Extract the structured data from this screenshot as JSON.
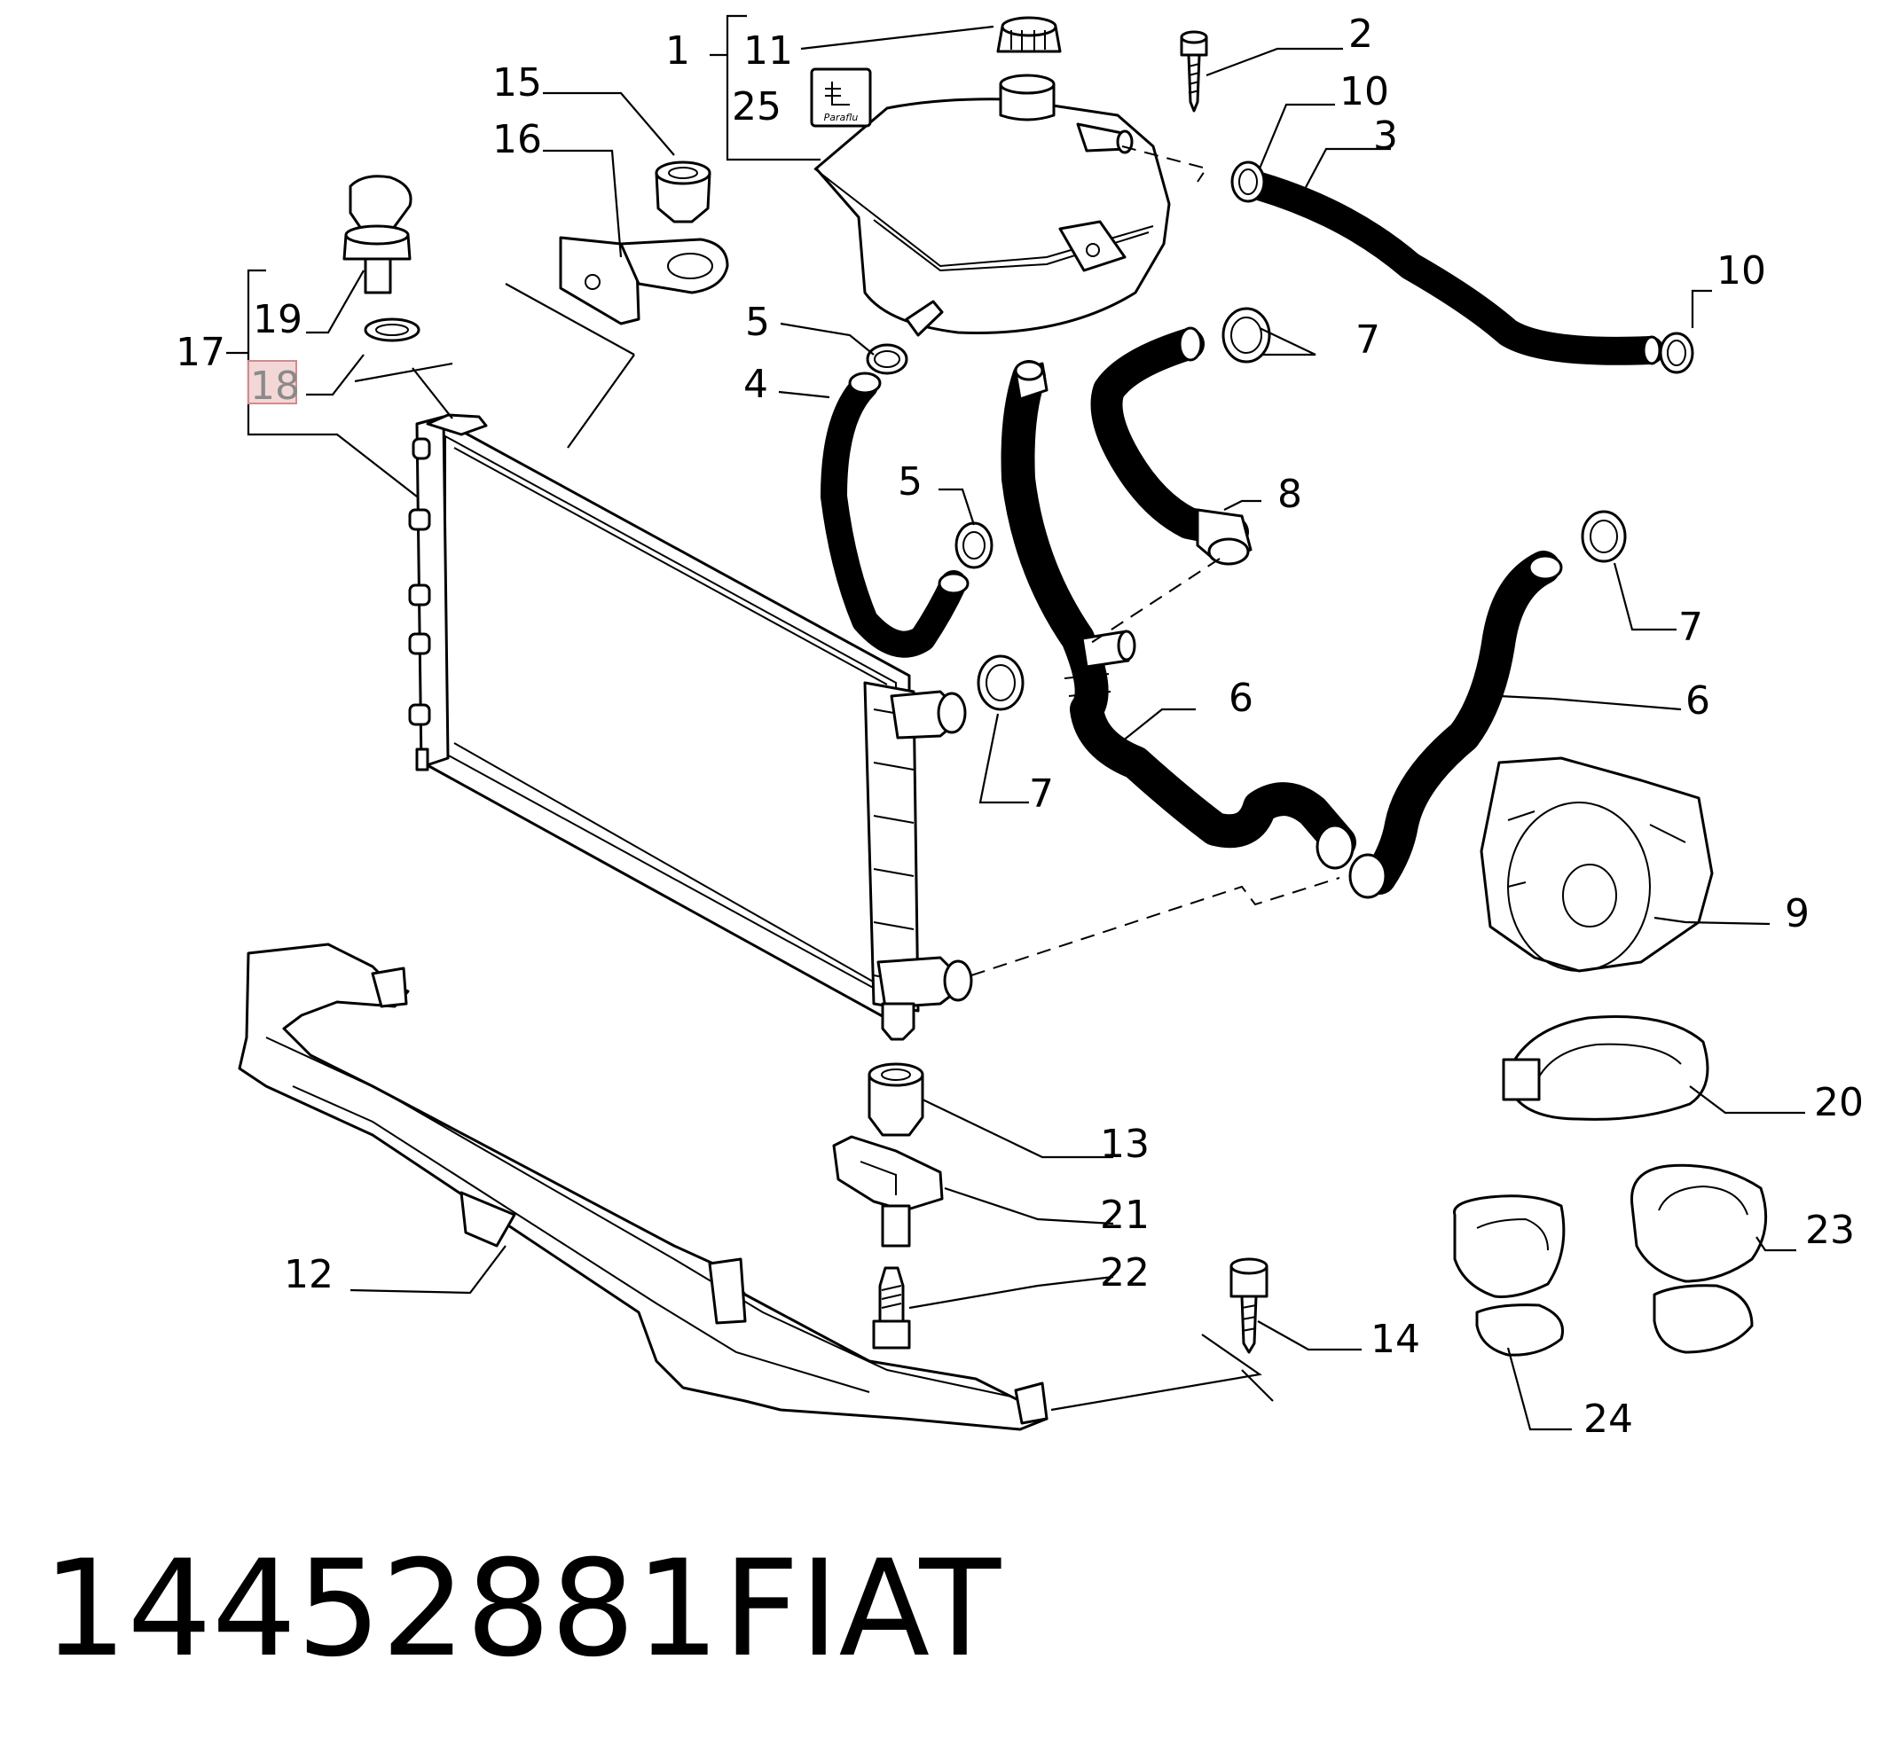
{
  "diagram": {
    "callouts": [
      {
        "id": "c1",
        "label": "1"
      },
      {
        "id": "c2",
        "label": "2"
      },
      {
        "id": "c3",
        "label": "3"
      },
      {
        "id": "c4",
        "label": "4"
      },
      {
        "id": "c5a",
        "label": "5"
      },
      {
        "id": "c5b",
        "label": "5"
      },
      {
        "id": "c6a",
        "label": "6"
      },
      {
        "id": "c6b",
        "label": "6"
      },
      {
        "id": "c7a",
        "label": "7"
      },
      {
        "id": "c7b",
        "label": "7"
      },
      {
        "id": "c7c",
        "label": "7"
      },
      {
        "id": "c8",
        "label": "8"
      },
      {
        "id": "c9",
        "label": "9"
      },
      {
        "id": "c10a",
        "label": "10"
      },
      {
        "id": "c10b",
        "label": "10"
      },
      {
        "id": "c11",
        "label": "11"
      },
      {
        "id": "c12",
        "label": "12"
      },
      {
        "id": "c13",
        "label": "13"
      },
      {
        "id": "c14",
        "label": "14"
      },
      {
        "id": "c15",
        "label": "15"
      },
      {
        "id": "c16",
        "label": "16"
      },
      {
        "id": "c17",
        "label": "17"
      },
      {
        "id": "c18",
        "label": "18",
        "highlighted": true,
        "highlight_color": "#f3d7d7"
      },
      {
        "id": "c19",
        "label": "19"
      },
      {
        "id": "c20",
        "label": "20"
      },
      {
        "id": "c21",
        "label": "21"
      },
      {
        "id": "c22",
        "label": "22"
      },
      {
        "id": "c23",
        "label": "23"
      },
      {
        "id": "c24",
        "label": "24"
      },
      {
        "id": "c25",
        "label": "25"
      }
    ],
    "label_box_text": "Paraflu"
  },
  "footer": {
    "part_number": "14452881",
    "brand": "FIAT"
  }
}
